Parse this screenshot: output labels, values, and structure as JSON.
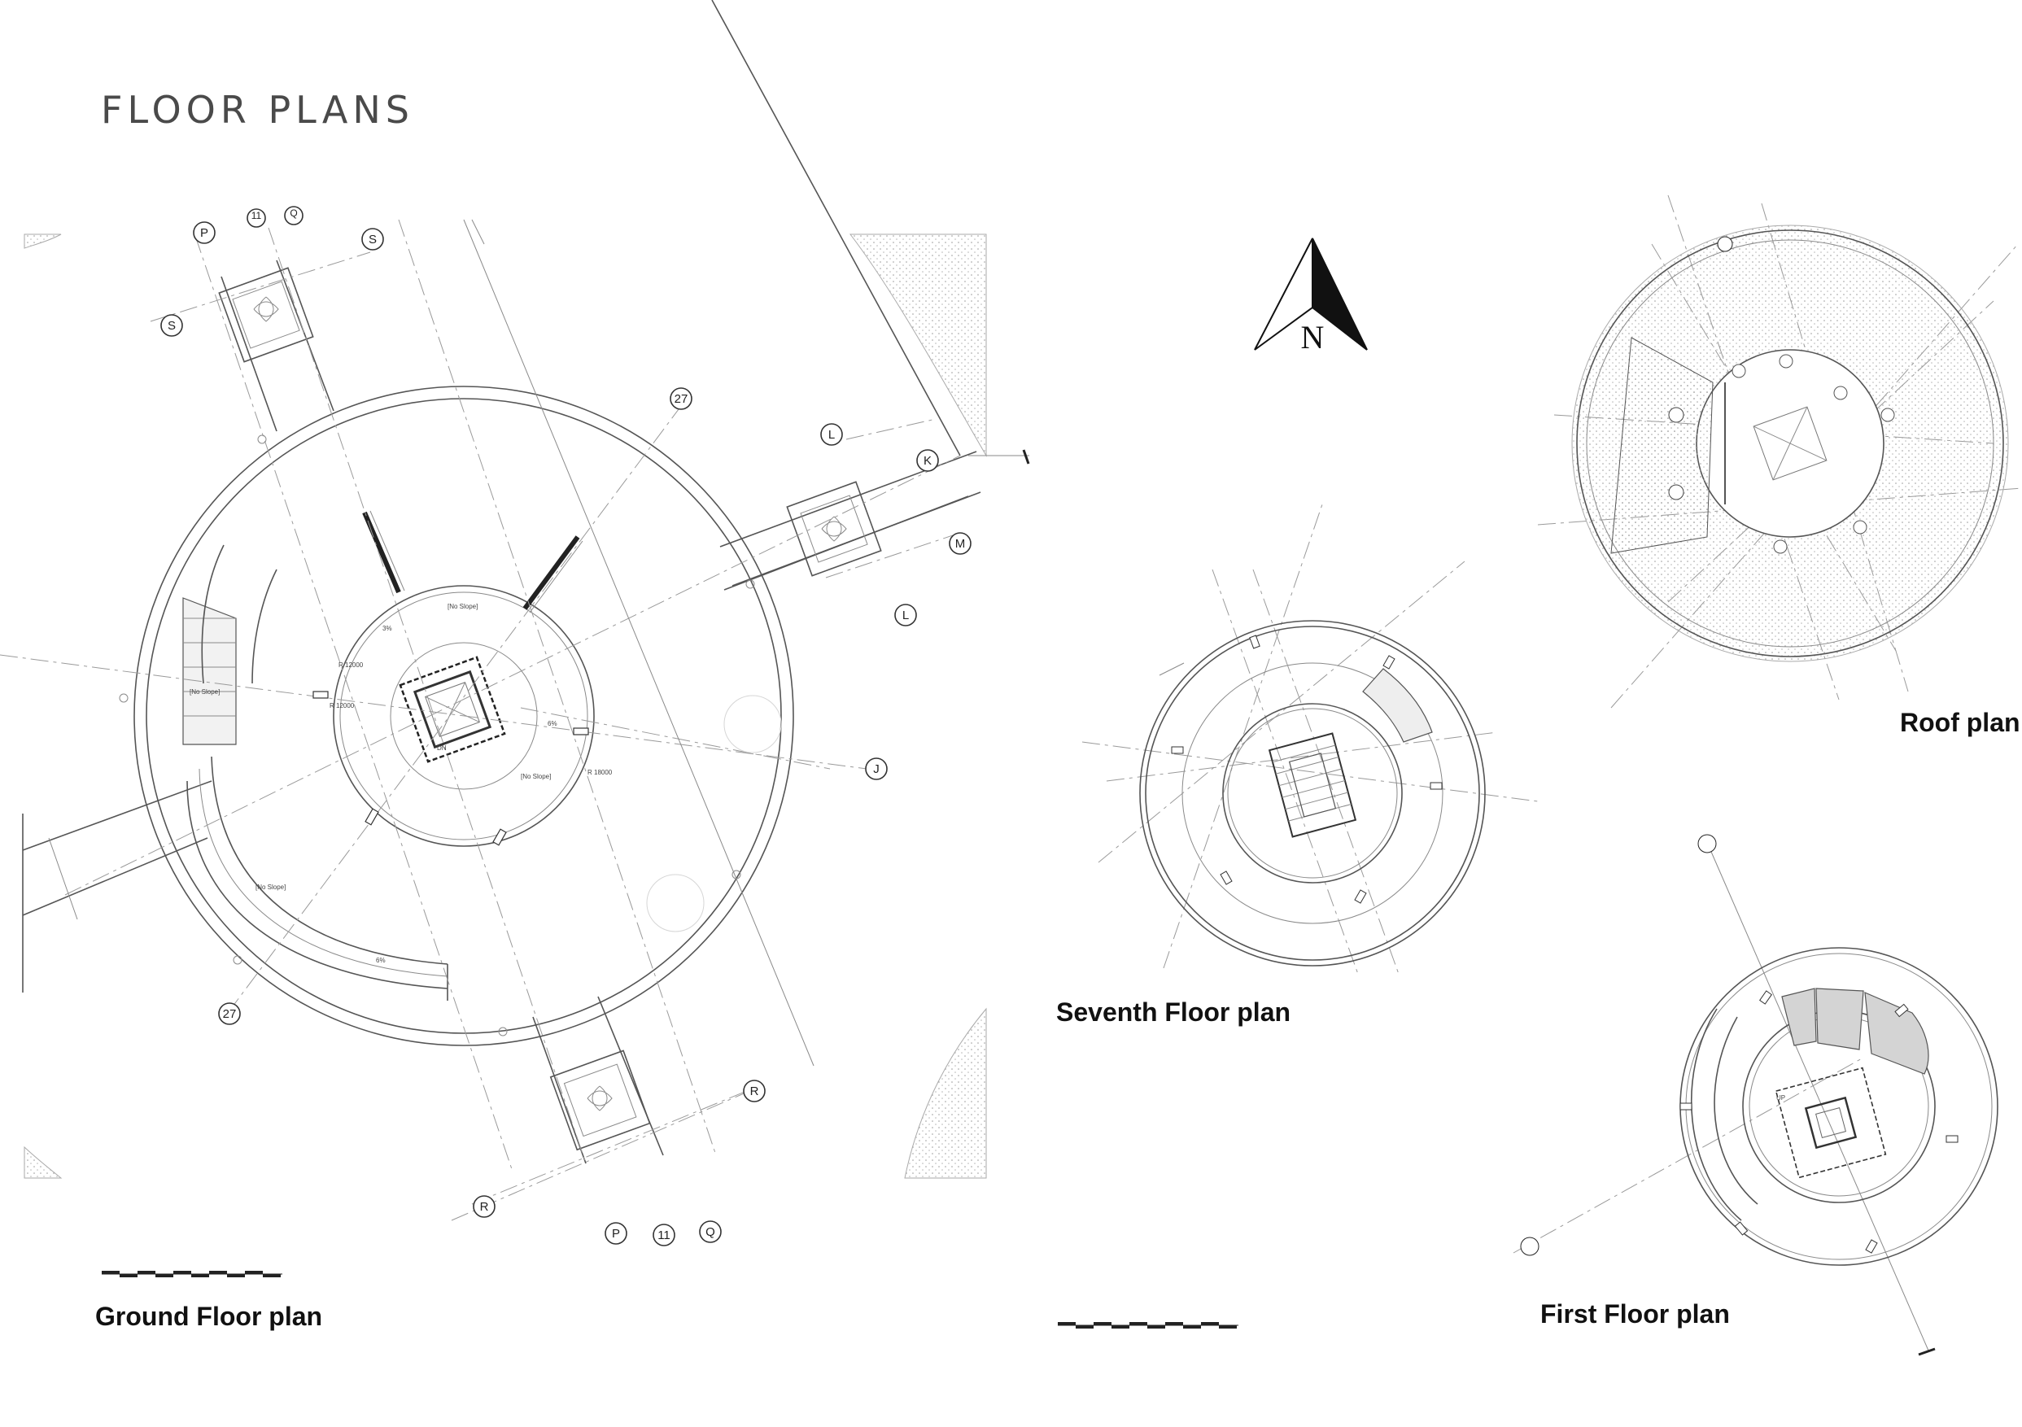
{
  "page": {
    "title": "FLOOR PLANS"
  },
  "plans": {
    "ground": {
      "label": "Ground Floor plan"
    },
    "seventh": {
      "label": "Seventh Floor plan"
    },
    "roof": {
      "label": "Roof plan"
    },
    "first": {
      "label": "First Floor plan"
    }
  },
  "north_arrow": {
    "letter": "N"
  },
  "grid_bubbles": [
    "P",
    "11",
    "Q",
    "S",
    "S",
    "27",
    "L",
    "K",
    "M",
    "L",
    "J",
    "27",
    "R",
    "R",
    "P",
    "11",
    "Q"
  ],
  "annotations": {
    "no_slope": "[No Slope]",
    "dn": "DN",
    "up": "UP",
    "r12000": "R 12000",
    "r18000": "R 18000",
    "slope_6": "6%",
    "slope_3": "3%"
  }
}
